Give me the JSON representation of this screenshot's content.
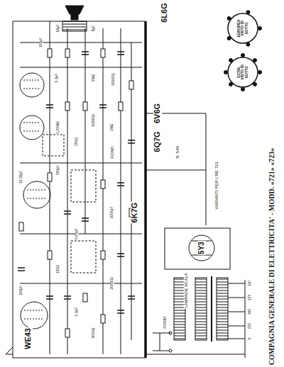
{
  "diagram": {
    "title": "COMPAGNIA GENERALE DI ELETTRICITA' - MODD. «721» «723»",
    "nodes": [
      {
        "text": [
          "EUROPEO VISTO DI SOTTO"
        ]
      },
      {
        "text": [
          "OCTAL VISTO DI SOTTO"
        ]
      }
    ],
    "labels": [
      "6L6G",
      "6V6G",
      "6Q7G",
      "6K7G",
      "WE43",
      "5Y3",
      "LAMPADE SCALA",
      "FONO",
      "FONO",
      "VARIANTI PER L'RE 723",
      "N. 549",
      "0,1µF",
      "50000Ω",
      "10000Ω",
      "100pF",
      "250Ω",
      "500pF",
      "1000pF",
      "16µF",
      "8µF",
      "15-35pF",
      "0,05µF",
      "1MΩ",
      "0,25MΩ",
      "2MΩ",
      "150Ω",
      "20000Ω",
      "5000Ω",
      "0,1µF",
      "100pF",
      "110",
      "125",
      "160",
      "220",
      "V"
    ]
  }
}
